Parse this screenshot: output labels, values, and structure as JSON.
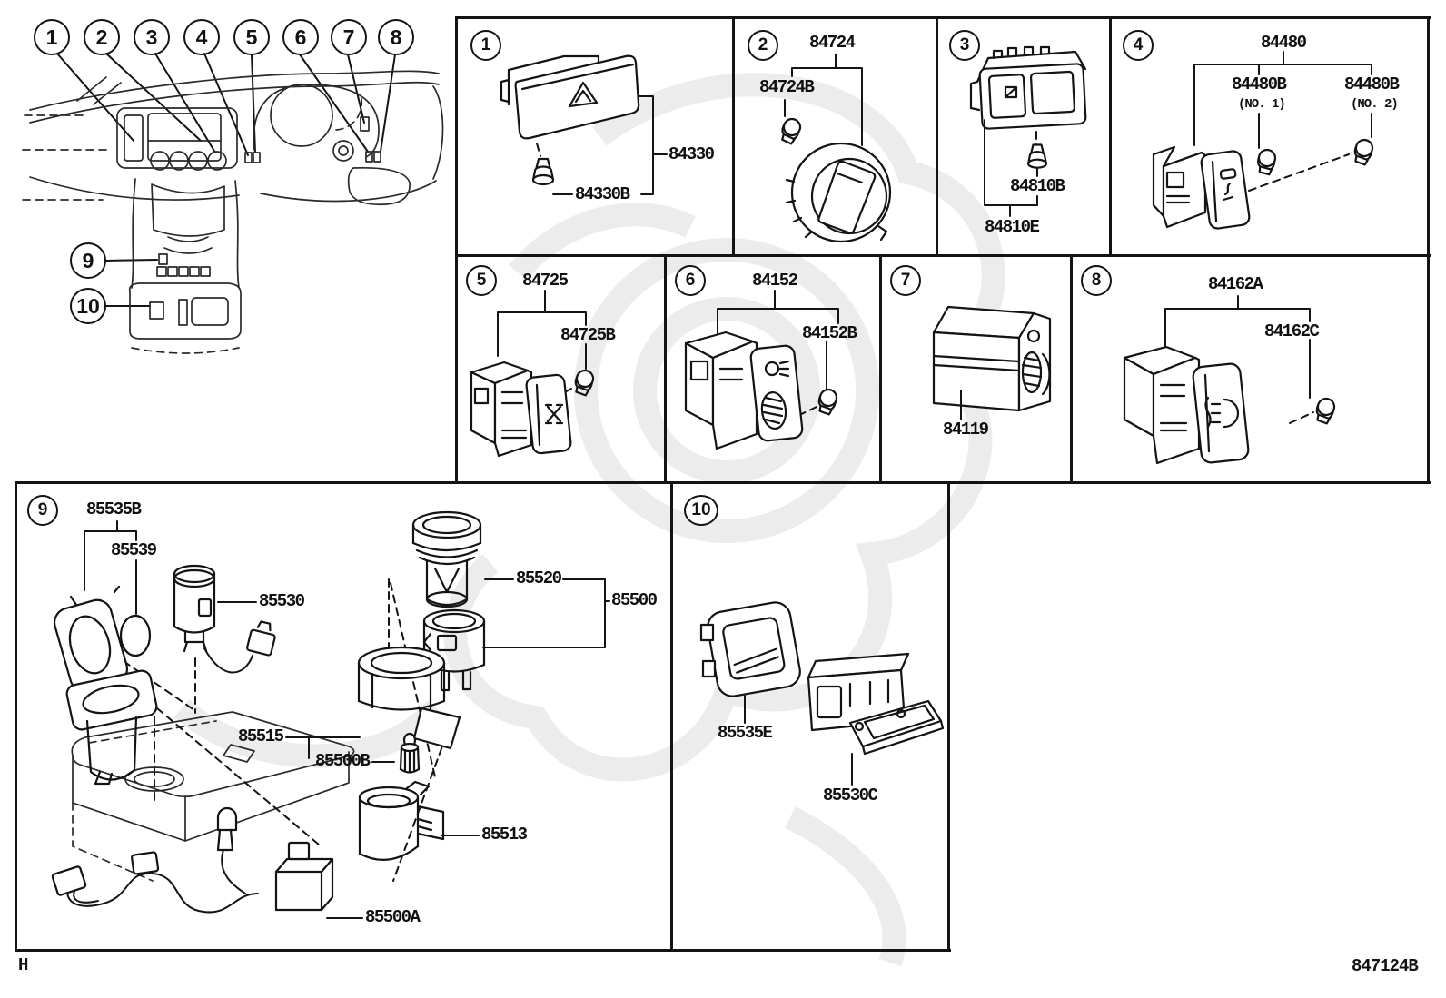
{
  "page": {
    "footer_left": "H",
    "footer_right": "847124B"
  },
  "dashboard": {
    "callouts": [
      "1",
      "2",
      "3",
      "4",
      "5",
      "6",
      "7",
      "8",
      "9",
      "10"
    ]
  },
  "panels": [
    {
      "callout": "1",
      "labels": [
        "84330",
        "84330B"
      ]
    },
    {
      "callout": "2",
      "labels": [
        "84724",
        "84724B"
      ]
    },
    {
      "callout": "3",
      "labels": [
        "84810B",
        "84810E"
      ]
    },
    {
      "callout": "4",
      "labels": [
        "84480",
        "84480B",
        "(NO. 1)",
        "84480B",
        "(NO. 2)"
      ]
    },
    {
      "callout": "5",
      "labels": [
        "84725",
        "84725B"
      ]
    },
    {
      "callout": "6",
      "labels": [
        "84152",
        "84152B"
      ]
    },
    {
      "callout": "7",
      "labels": [
        "84119"
      ]
    },
    {
      "callout": "8",
      "labels": [
        "84162A",
        "84162C"
      ]
    },
    {
      "callout": "9",
      "labels": [
        "85535B",
        "85539",
        "85530",
        "85520",
        "85500",
        "85515",
        "85500B",
        "85513",
        "85500A"
      ]
    },
    {
      "callout": "10",
      "labels": [
        "85535E",
        "85530C"
      ]
    }
  ]
}
